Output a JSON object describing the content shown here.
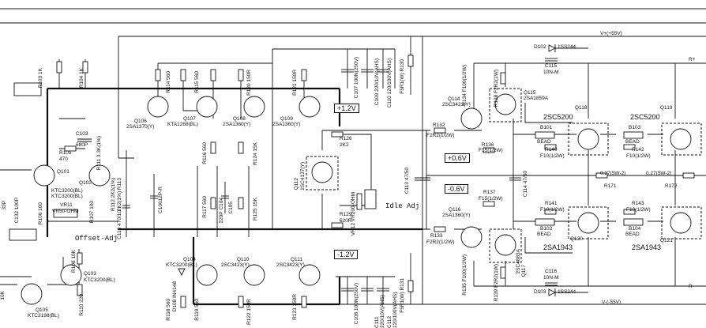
{
  "rails": {
    "vplus": "V+(+55V)",
    "vminus": "V-(-55V)",
    "rplus": "R+",
    "rminus": "R-"
  },
  "adjust": {
    "offset": "Offset-Adj",
    "idle": "Idle Adj"
  },
  "voltage_tags": {
    "p12": "+1.2V",
    "m12": "-1.2V",
    "p06": "+0.6V",
    "m06": "-0.6V"
  },
  "transistors": [
    {
      "ref": "Q101",
      "part": "KTC3200(BL)"
    },
    {
      "ref": "Q102",
      "part": "KTC3200(BL)"
    },
    {
      "ref": "Q103",
      "part": "KTC3200(BL)"
    },
    {
      "ref": "Q104",
      "part": "KTC3200(BL)"
    },
    {
      "ref": "Q105",
      "part": "KTC3198(BL)"
    },
    {
      "ref": "Q106",
      "part": "2SA1370(Y)"
    },
    {
      "ref": "Q107",
      "part": "KTA1268(BL)"
    },
    {
      "ref": "Q108",
      "part": "2SA1360(Y)"
    },
    {
      "ref": "Q109",
      "part": "2SA1360(Y)"
    },
    {
      "ref": "Q110",
      "part": "2SC3423(Y)"
    },
    {
      "ref": "Q111",
      "part": "2SC3423(Y)"
    },
    {
      "ref": "Q112",
      "part": "2SC4137(Y)"
    },
    {
      "ref": "Q114",
      "part": "2SC3423(Y)"
    },
    {
      "ref": "Q115",
      "part": "2SA1859A"
    },
    {
      "ref": "Q116",
      "part": "2SA1360(Y)"
    },
    {
      "ref": "Q117",
      "part": "2SC4883A"
    },
    {
      "ref": "Q118",
      "part": "2SC5200"
    },
    {
      "ref": "Q119",
      "part": "2SC5200"
    },
    {
      "ref": "Q120",
      "part": "2SA1943"
    },
    {
      "ref": "Q121",
      "part": "2SA1943"
    }
  ],
  "resistors": [
    {
      "ref": "R103",
      "val": "1K"
    },
    {
      "ref": "R104",
      "val": "1K"
    },
    {
      "ref": "R105",
      "val": "470"
    },
    {
      "ref": "R106",
      "val": "100"
    },
    {
      "ref": "R107",
      "val": "100"
    },
    {
      "ref": "R108",
      "val": "10K"
    },
    {
      "ref": "R109",
      "val": "10K"
    },
    {
      "ref": "R110",
      "val": "220"
    },
    {
      "ref": "R111",
      "val": "3.3K(1%)"
    },
    {
      "ref": "R112",
      "val": "2K2(1%)"
    },
    {
      "ref": "R113",
      "val": "2K2(1%)"
    },
    {
      "ref": "R114",
      "val": "560"
    },
    {
      "ref": "R115",
      "val": "560"
    },
    {
      "ref": "R116",
      "val": "560"
    },
    {
      "ref": "R117",
      "val": "560"
    },
    {
      "ref": "R118",
      "val": "560"
    },
    {
      "ref": "R119",
      "val": "560"
    },
    {
      "ref": "R120",
      "val": "150R"
    },
    {
      "ref": "R121",
      "val": "150R"
    },
    {
      "ref": "R122",
      "val": "150R"
    },
    {
      "ref": "R123",
      "val": "150R"
    },
    {
      "ref": "R124",
      "val": "15K"
    },
    {
      "ref": "R125",
      "val": "15K"
    },
    {
      "ref": "R126",
      "val": "2K2"
    },
    {
      "ref": "R129",
      "val": "620R"
    },
    {
      "ref": "R130",
      "val": "F5R1(W)"
    },
    {
      "ref": "R131",
      "val": "F5R1(W)"
    },
    {
      "ref": "R132",
      "val": "F2R2(1/2W)"
    },
    {
      "ref": "R133",
      "val": "F2R2(1/2W)"
    },
    {
      "ref": "R134",
      "val": "F100(1/2W)"
    },
    {
      "ref": "R135",
      "val": "F100(1/2W)"
    },
    {
      "ref": "R136",
      "val": "F15(1/2W)"
    },
    {
      "ref": "R137",
      "val": "F15(1/2W)"
    },
    {
      "ref": "R138",
      "val": "F2R2(1W)"
    },
    {
      "ref": "R139",
      "val": "F2R2(1W)"
    },
    {
      "ref": "R140",
      "val": "F10(1/2W)"
    },
    {
      "ref": "R141",
      "val": "F10(1/2W)"
    },
    {
      "ref": "R142",
      "val": "F10(1/2W)"
    },
    {
      "ref": "R143",
      "val": "F10(1/2W)"
    },
    {
      "ref": "R171",
      "val": "0.27(5W-2)"
    },
    {
      "ref": "R172",
      "val": "0.27(5W-2)"
    }
  ],
  "capacitors": [
    {
      "ref": "C103",
      "val": "680P"
    },
    {
      "ref": "C104",
      "val": "220P"
    },
    {
      "ref": "C105",
      "val": "220P"
    },
    {
      "ref": "C106",
      "val": "12P-R"
    },
    {
      "ref": "C107",
      "val": "100N(250V)"
    },
    {
      "ref": "C108",
      "val": "100N(250V)"
    },
    {
      "ref": "C109",
      "val": "220/10V(AHS)"
    },
    {
      "ref": "C110",
      "val": "120/100V(AHS)"
    },
    {
      "ref": "C111",
      "val": "220/10V(AHS)"
    },
    {
      "ref": "C112",
      "val": "120/100V(AHS)"
    },
    {
      "ref": "C113",
      "val": "47/50"
    },
    {
      "ref": "C114",
      "val": "47/50"
    },
    {
      "ref": "C115",
      "val": "10N-M"
    },
    {
      "ref": "C116",
      "val": "10N-M"
    },
    {
      "ref": "C118",
      "val": "470/10"
    },
    {
      "ref": "C132",
      "val": "100P"
    },
    {
      "ref": "C131",
      "val": "33P"
    }
  ],
  "others": [
    {
      "ref": "VR11",
      "val": "VR50-OHM"
    },
    {
      "ref": "VR12",
      "val": "VR200-OHM"
    },
    {
      "ref": "D102",
      "val": "1SS244"
    },
    {
      "ref": "D103",
      "val": "1SS244"
    },
    {
      "ref": "D108",
      "val": "IN4148"
    },
    {
      "ref": "B101",
      "val": "BEAD"
    },
    {
      "ref": "B102",
      "val": "BEAD"
    },
    {
      "ref": "B103",
      "val": "BEAD"
    },
    {
      "ref": "B104",
      "val": "BEAD"
    }
  ]
}
